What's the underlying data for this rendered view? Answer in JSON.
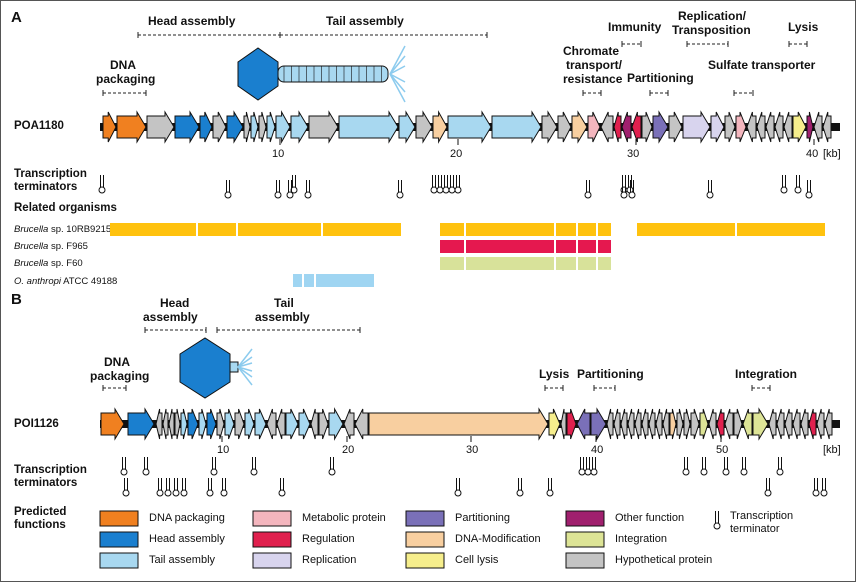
{
  "panel_a": {
    "letter": "A",
    "phage": "POA1180",
    "modules": {
      "head": "Head assembly",
      "tail": "Tail assembly",
      "dna_line1": "DNA",
      "dna_line2": "packaging",
      "chromate_line1": "Chromate",
      "chromate_line2": "transport/",
      "chromate_line3": "resistance",
      "immunity": "Immunity",
      "replication_line1": "Replication/",
      "replication_line2": "Transposition",
      "lysis": "Lysis",
      "partitioning": "Partitioning",
      "sulfate": "Sulfate transporter"
    },
    "ticks": [
      "10",
      "20",
      "30",
      "40"
    ],
    "kb": "[kb]",
    "terminators_line1": "Transcription",
    "terminators_line2": "terminators",
    "related_title": "Related organisms",
    "organisms": [
      {
        "genus": "Brucella",
        "rest": " sp. 10RB9215"
      },
      {
        "genus": "Brucella",
        "rest": " sp. F965"
      },
      {
        "genus": "Brucella",
        "rest": " sp. F60"
      },
      {
        "genus": "O. anthropi",
        "rest": " ATCC 49188"
      }
    ]
  },
  "panel_b": {
    "letter": "B",
    "phage": "POI1126",
    "modules": {
      "head_line1": "Head",
      "head_line2": "assembly",
      "tail_line1": "Tail",
      "tail_line2": "assembly",
      "dna_line1": "DNA",
      "dna_line2": "packaging",
      "lysis": "Lysis",
      "partitioning": "Partitioning",
      "integration": "Integration"
    },
    "ticks": [
      "10",
      "20",
      "30",
      "40",
      "50"
    ],
    "kb": "[kb]",
    "terminators_line1": "Transcription",
    "terminators_line2": "terminators"
  },
  "legend": {
    "title_line1": "Predicted",
    "title_line2": "functions",
    "items": [
      {
        "label": "DNA packaging",
        "color": "#F08020"
      },
      {
        "label": "Head assembly",
        "color": "#1A7FCF"
      },
      {
        "label": "Tail assembly",
        "color": "#A8D8F0"
      },
      {
        "label": "Metabolic protein",
        "color": "#F4B6BE"
      },
      {
        "label": "Regulation",
        "color": "#E0204E"
      },
      {
        "label": "Replication",
        "color": "#D8D4EE"
      },
      {
        "label": "Partitioning",
        "color": "#7A70B8"
      },
      {
        "label": "DNA-Modification",
        "color": "#F8CFA0"
      },
      {
        "label": "Cell lysis",
        "color": "#F6EE8C"
      },
      {
        "label": "Other function",
        "color": "#A0206E"
      },
      {
        "label": "Integration",
        "color": "#DDE496"
      },
      {
        "label": "Hypothetical protein",
        "color": "#C4C4C4"
      }
    ],
    "terminator_line1": "Transcription",
    "terminator_line2": "terminator"
  },
  "colors": {
    "brucella_10rb": "#FFC20E",
    "brucella_f965": "#E5184F",
    "brucella_f60": "#D8E29A",
    "anthropi": "#9FD5F2"
  }
}
